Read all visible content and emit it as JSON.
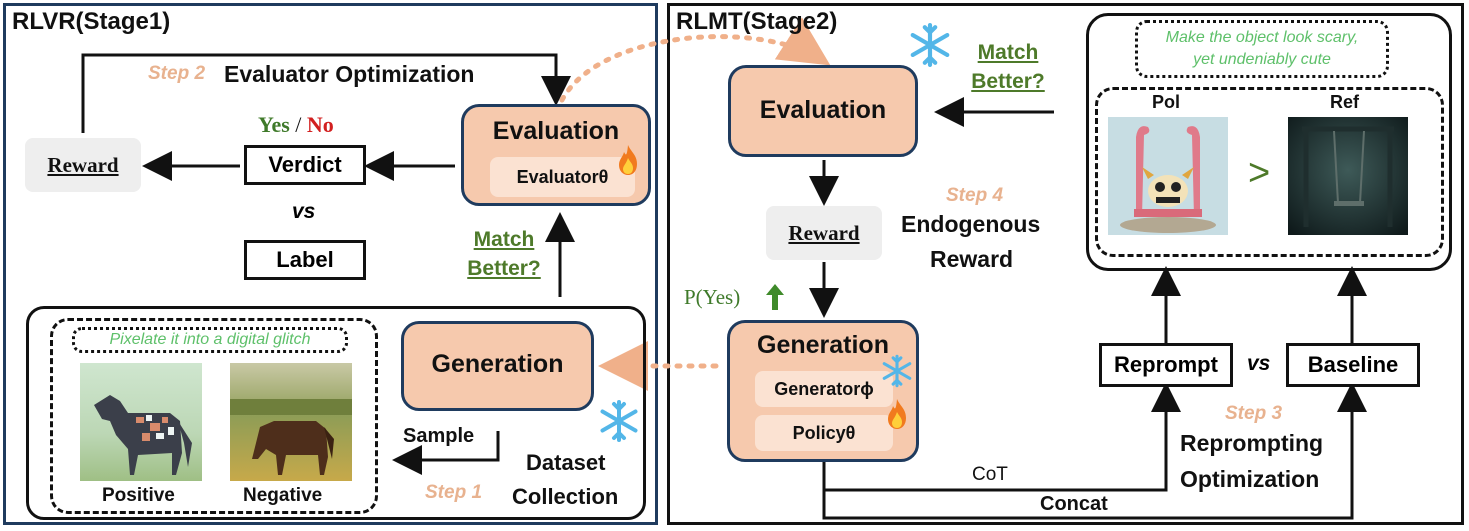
{
  "stage1": {
    "title": "RLVR(Stage1)",
    "step2_tag": "Step 2",
    "step2_label": "Evaluator Optimization",
    "yes": "Yes",
    "slash": "/",
    "no": "No",
    "reward": "Reward",
    "verdict": "Verdict",
    "vs": "vs",
    "label_box": "Label",
    "evaluation_title": "Evaluation",
    "evaluator": "Evaluatorθ",
    "match": "Match",
    "better": "Better?",
    "generation_title": "Generation",
    "prompt": "Pixelate it into a digital glitch",
    "positive": "Positive",
    "negative": "Negative",
    "sample": "Sample",
    "step1_tag": "Step 1",
    "dataset": "Dataset",
    "collection": "Collection"
  },
  "stage2": {
    "title": "RLMT(Stage2)",
    "evaluation_title": "Evaluation",
    "match": "Match",
    "better": "Better?",
    "prompt_line1": "Make the object look scary,",
    "prompt_line2": "yet undeniably cute",
    "pol": "Pol",
    "ref": "Ref",
    "greater": ">",
    "reward": "Reward",
    "step4_tag": "Step 4",
    "endogenous": "Endogenous",
    "endogenous_reward": "Reward",
    "p_yes": "P(Yes)",
    "generation_title": "Generation",
    "generator": "Generatorϕ",
    "policy": "Policyθ",
    "reprompt": "Reprompt",
    "vs": "vs",
    "baseline": "Baseline",
    "step3_tag": "Step 3",
    "reprompting": "Reprompting",
    "optimization": "Optimization",
    "cot": "CoT",
    "concat": "Concat"
  },
  "colors": {
    "peach": "#f6c9ad",
    "peach_border": "#1f3b5e",
    "step_orange": "#e8b28f",
    "match_green": "#4e7a2a",
    "yes_green": "#3f7a2a",
    "no_red": "#d21f1f",
    "prompt_green": "#5ec06a",
    "panel1_border": "#1f3b5e"
  },
  "icons": [
    "fire-icon",
    "snowflake-icon",
    "up-arrow-icon"
  ]
}
